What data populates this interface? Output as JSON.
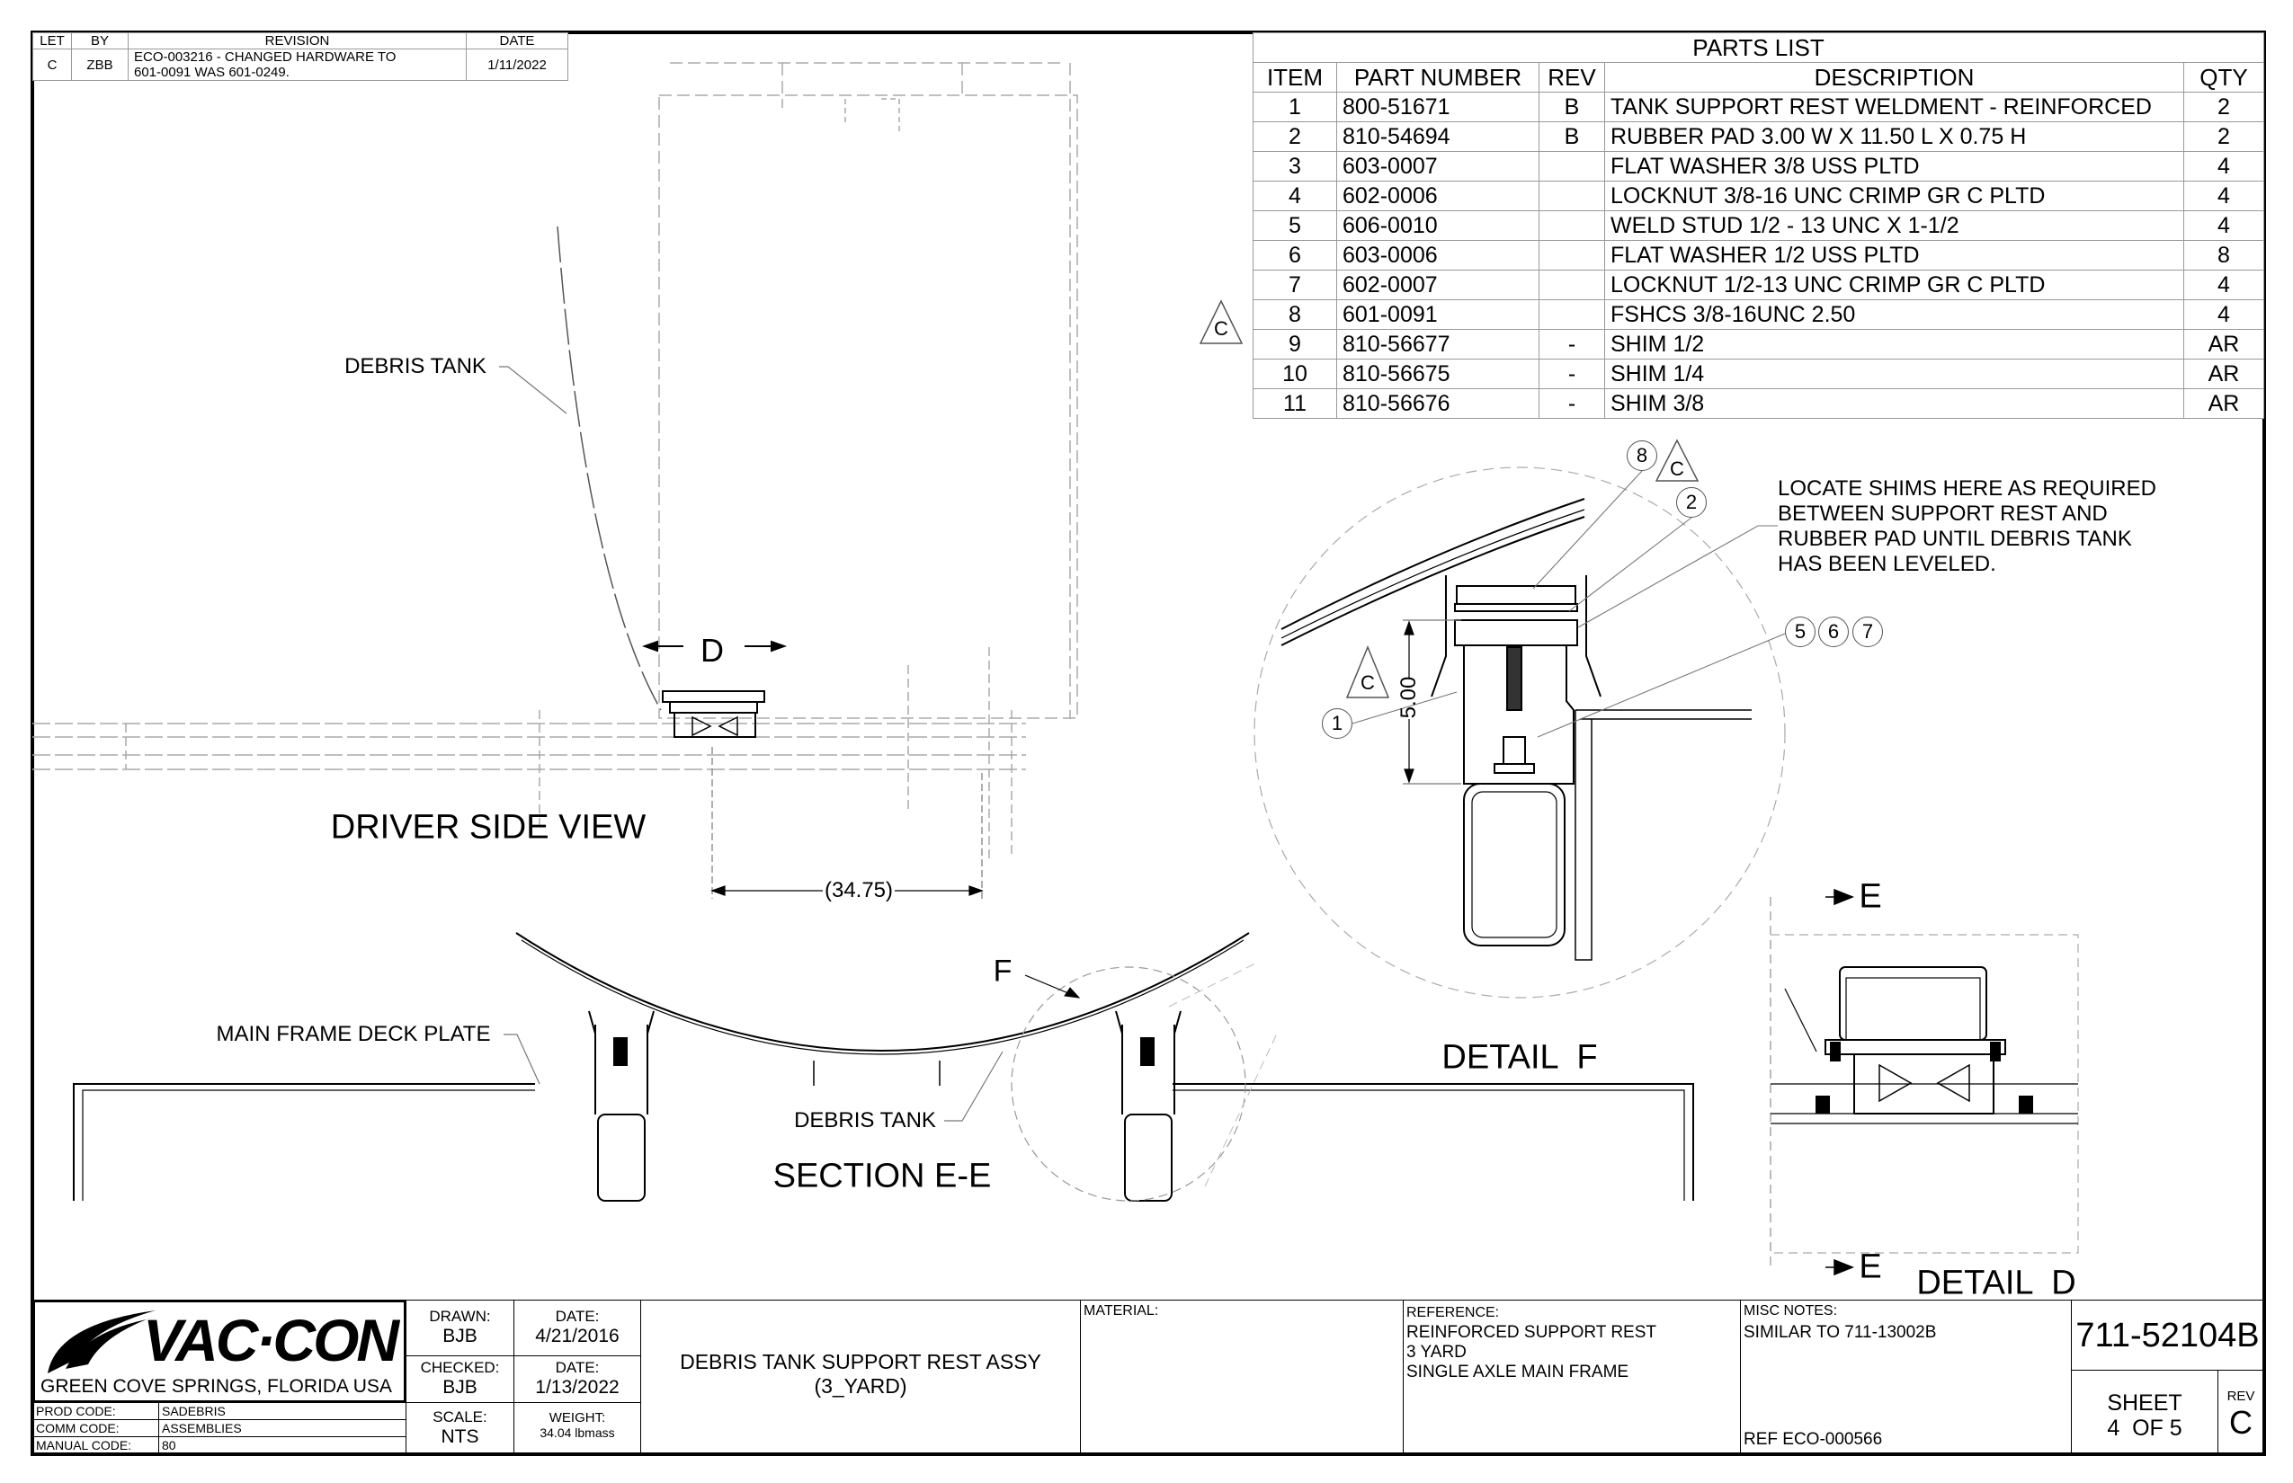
{
  "revision_block": {
    "headers": [
      "LET",
      "BY",
      "REVISION",
      "DATE"
    ],
    "rows": [
      {
        "let": "C",
        "by": "ZBB",
        "revision_line1": "ECO-003216 - CHANGED HARDWARE TO",
        "revision_line2": "601-0091 WAS 601-0249.",
        "date": "1/11/2022"
      }
    ]
  },
  "parts_list": {
    "title": "PARTS LIST",
    "headers": [
      "ITEM",
      "PART NUMBER",
      "REV",
      "DESCRIPTION",
      "QTY"
    ],
    "rows": [
      {
        "item": "1",
        "part": "800-51671",
        "rev": "B",
        "desc": "TANK SUPPORT REST WELDMENT - REINFORCED",
        "qty": "2"
      },
      {
        "item": "2",
        "part": "810-54694",
        "rev": "B",
        "desc": "RUBBER PAD 3.00 W X 11.50 L X 0.75 H",
        "qty": "2"
      },
      {
        "item": "3",
        "part": "603-0007",
        "rev": "",
        "desc": "FLAT WASHER 3/8 USS PLTD",
        "qty": "4"
      },
      {
        "item": "4",
        "part": "602-0006",
        "rev": "",
        "desc": "LOCKNUT 3/8-16 UNC CRIMP GR C PLTD",
        "qty": "4"
      },
      {
        "item": "5",
        "part": "606-0010",
        "rev": "",
        "desc": "WELD STUD 1/2 - 13 UNC X 1-1/2",
        "qty": "4"
      },
      {
        "item": "6",
        "part": "603-0006",
        "rev": "",
        "desc": "FLAT WASHER 1/2 USS PLTD",
        "qty": "8"
      },
      {
        "item": "7",
        "part": "602-0007",
        "rev": "",
        "desc": "LOCKNUT 1/2-13 UNC CRIMP GR C PLTD",
        "qty": "4"
      },
      {
        "item": "8",
        "part": "601-0091",
        "rev": "",
        "desc": "FSHCS 3/8-16UNC 2.50",
        "qty": "4"
      },
      {
        "item": "9",
        "part": "810-56677",
        "rev": "-",
        "desc": "SHIM 1/2",
        "qty": "AR"
      },
      {
        "item": "10",
        "part": "810-56675",
        "rev": "-",
        "desc": "SHIM 1/4",
        "qty": "AR"
      },
      {
        "item": "11",
        "part": "810-56676",
        "rev": "-",
        "desc": "SHIM 3/8",
        "qty": "AR"
      }
    ],
    "rev_marker": "C"
  },
  "labels": {
    "debris_tank_side": "DEBRIS TANK",
    "detail_d_marker": "D",
    "driver_side_view": "DRIVER SIDE VIEW",
    "dimension_34_75": "(34.75)",
    "detail_f_marker": "F",
    "main_frame_deck_plate": "MAIN FRAME DECK PLATE",
    "debris_tank_section": "DEBRIS TANK",
    "section_e_e": "SECTION E-E",
    "detail_f": "DETAIL  F",
    "detail_d": "DETAIL  D",
    "section_mark_top": "E",
    "section_mark_bottom": "E",
    "dimension_5_00": "5.00"
  },
  "note": [
    "LOCATE SHIMS HERE AS REQUIRED",
    "BETWEEN SUPPORT REST AND",
    "RUBBER PAD UNTIL DEBRIS TANK",
    "HAS BEEN LEVELED."
  ],
  "balloons": {
    "b8": "8",
    "b2": "2",
    "b5": "5",
    "b6": "6",
    "b7": "7",
    "b1": "1",
    "rev_c1": "C",
    "rev_c2": "C"
  },
  "title_block": {
    "logo_text": "VAC·CON",
    "location": "GREEN COVE SPRINGS, FLORIDA USA",
    "drawn_label": "DRAWN:",
    "drawn_by": "BJB",
    "drawn_date_label": "DATE:",
    "drawn_date": "4/21/2016",
    "checked_label": "CHECKED:",
    "checked_by": "BJB",
    "checked_date_label": "DATE:",
    "checked_date": "1/13/2022",
    "scale_label": "SCALE:",
    "scale": "NTS",
    "weight_label": "WEIGHT:",
    "weight": "34.04 lbmass",
    "prod_code_label": "PROD CODE:",
    "prod_code": "SADEBRIS",
    "comm_code_label": "COMM CODE:",
    "comm_code": "ASSEMBLIES",
    "manual_code_label": "MANUAL CODE:",
    "manual_code": "80",
    "title_line1": "DEBRIS TANK SUPPORT REST ASSY",
    "title_line2": "(3_YARD)",
    "material_label": "MATERIAL:",
    "reference_label": "REFERENCE:",
    "reference_lines": [
      "REINFORCED SUPPORT REST",
      "3 YARD",
      "SINGLE AXLE MAIN FRAME"
    ],
    "misc_label": "MISC NOTES:",
    "misc_note": "SIMILAR TO 711-13002B",
    "misc_ref": "REF ECO-000566",
    "drawing_number": "711-52104B",
    "sheet_label": "SHEET",
    "sheet": "4  OF 5",
    "rev_label": "REV",
    "rev": "C"
  }
}
